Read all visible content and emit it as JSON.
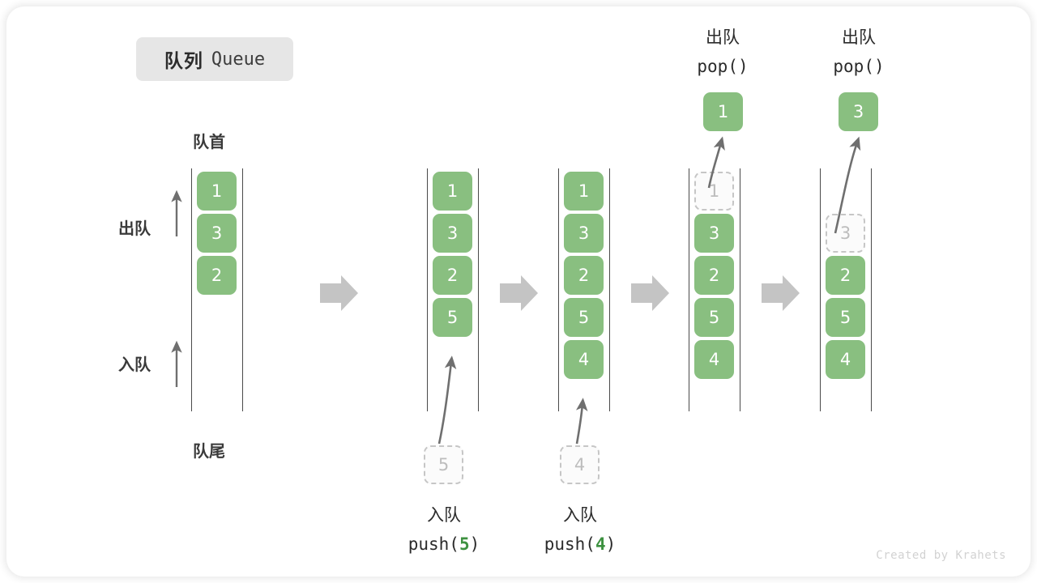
{
  "title": {
    "cn": "队列",
    "en": "Queue"
  },
  "labels": {
    "front": "队首",
    "rear": "队尾",
    "dequeue": "出队",
    "enqueue": "入队"
  },
  "watermark": "Created by Krahets",
  "colors": {
    "element": "#89bf80",
    "ghost_border": "#c6c6c6",
    "ghost_text": "#bdbdbd",
    "rail": "#4a4a4a",
    "arrow": "#6f6f6f",
    "step_arrow": "#c4c4c4",
    "highlight_number": "#3d9140",
    "badge_bg": "#e6e6e6"
  },
  "columns": [
    {
      "name": "initial",
      "cells": [
        {
          "value": "1",
          "state": "filled"
        },
        {
          "value": "3",
          "state": "filled"
        },
        {
          "value": "2",
          "state": "filled"
        }
      ]
    },
    {
      "name": "after-push-5",
      "cells": [
        {
          "value": "1",
          "state": "filled"
        },
        {
          "value": "3",
          "state": "filled"
        },
        {
          "value": "2",
          "state": "filled"
        },
        {
          "value": "5",
          "state": "filled"
        }
      ]
    },
    {
      "name": "after-push-4",
      "cells": [
        {
          "value": "1",
          "state": "filled"
        },
        {
          "value": "3",
          "state": "filled"
        },
        {
          "value": "2",
          "state": "filled"
        },
        {
          "value": "5",
          "state": "filled"
        },
        {
          "value": "4",
          "state": "filled"
        }
      ]
    },
    {
      "name": "pop-1",
      "cells": [
        {
          "value": "1",
          "state": "ghost"
        },
        {
          "value": "3",
          "state": "filled"
        },
        {
          "value": "2",
          "state": "filled"
        },
        {
          "value": "5",
          "state": "filled"
        },
        {
          "value": "4",
          "state": "filled"
        }
      ]
    },
    {
      "name": "pop-3",
      "cells": [
        {
          "value": "",
          "state": "empty"
        },
        {
          "value": "3",
          "state": "ghost"
        },
        {
          "value": "2",
          "state": "filled"
        },
        {
          "value": "5",
          "state": "filled"
        },
        {
          "value": "4",
          "state": "filled"
        }
      ]
    }
  ],
  "operations": {
    "push_5": {
      "title": "入队",
      "call_prefix": "push(",
      "call_value": "5",
      "call_suffix": ")",
      "pending_value": "5"
    },
    "push_4": {
      "title": "入队",
      "call_prefix": "push(",
      "call_value": "4",
      "call_suffix": ")",
      "pending_value": "4"
    },
    "pop_1": {
      "title": "出队",
      "call": "pop()",
      "popped_value": "1"
    },
    "pop_3": {
      "title": "出队",
      "call": "pop()",
      "popped_value": "3"
    }
  }
}
